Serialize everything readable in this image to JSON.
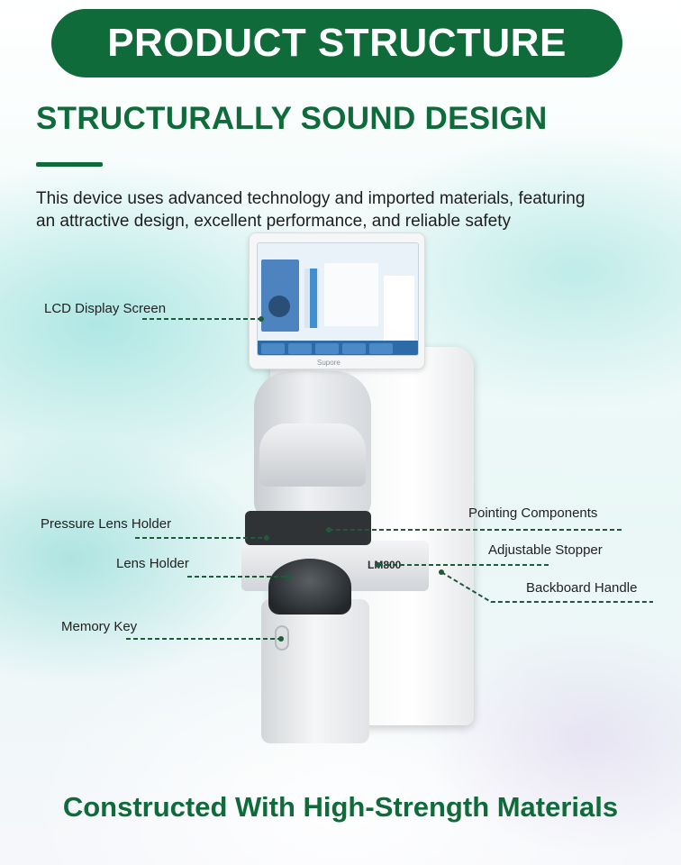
{
  "banner": {
    "title": "PRODUCT STRUCTURE"
  },
  "heading": {
    "title": "STRUCTURALLY SOUND DESIGN"
  },
  "description": {
    "line1": "This device uses advanced technology and imported materials, featuring",
    "line2": "an attractive design, excellent performance, and reliable safety"
  },
  "device": {
    "model": "LM800",
    "brand": "Supore"
  },
  "callouts": {
    "lcd": "LCD Display Screen",
    "pressure_lens_holder": "Pressure Lens Holder",
    "lens_holder": "Lens Holder",
    "memory_key": "Memory Key",
    "pointing_components": "Pointing Components",
    "adjustable_stopper": "Adjustable Stopper",
    "backboard_handle": "Backboard Handle"
  },
  "tagline": "Constructed With High-Strength Materials",
  "colors": {
    "brand_green": "#0f6b3a",
    "background": "#eef6f5"
  }
}
